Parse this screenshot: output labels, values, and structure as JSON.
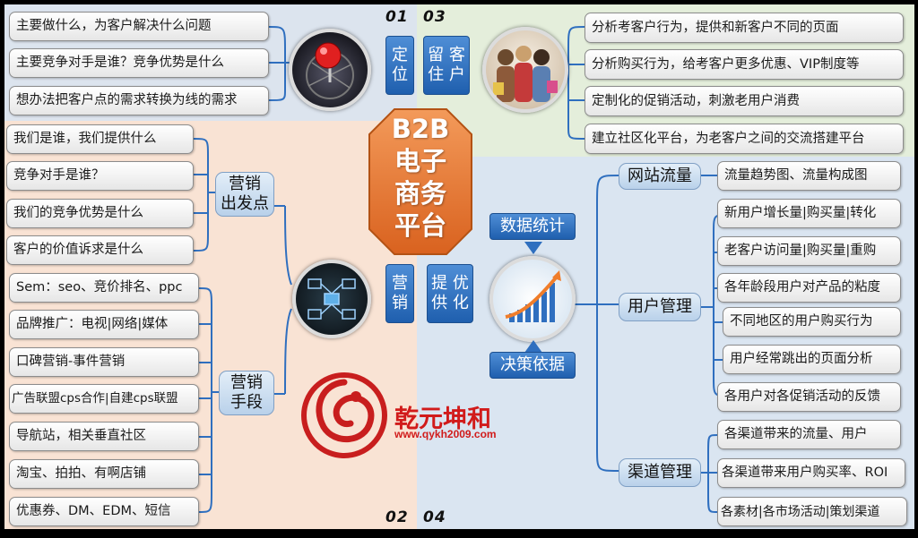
{
  "center": {
    "line1": "B2B",
    "line2": "电子",
    "line3": "商务",
    "line4": "平台"
  },
  "numbers": {
    "n01": "01",
    "n03": "03",
    "n02": "02",
    "n04": "04"
  },
  "q1": {
    "hub": "定\n位",
    "items": [
      "主要做什么，为客户解决什么问题",
      "主要竞争对手是谁？竞争优势是什么",
      "想办法把客户点的需求转换为线的需求"
    ]
  },
  "q3": {
    "hub": "留 客\n住 户",
    "items": [
      "分析考客户行为，提供和新客户不同的页面",
      "分析购买行为，给考客户更多优惠、VIP制度等",
      "定制化的促销活动，刺激老用户消费",
      "建立社区化平台，为老客户之间的交流搭建平台"
    ]
  },
  "q2": {
    "hub": "营\n销",
    "group1": {
      "label": "营销\n出发点",
      "items": [
        "我们是谁，我们提供什么",
        "竞争对手是谁？",
        "我们的竞争优势是什么",
        "客户的价值诉求是什么"
      ]
    },
    "group2": {
      "label": "营销\n手段",
      "items": [
        "Sem：seo、竞价排名、ppc",
        "品牌推广：电视|网络|媒体",
        "口碑营销-事件营销",
        "广告联盟cps合作|自建cps联盟",
        "导航站，相关垂直社区",
        "淘宝、拍拍、有啊店铺",
        "优惠券、DM、EDM、短信"
      ]
    }
  },
  "q4": {
    "hub": "提 优\n供 化",
    "stat_top": "数据统计",
    "stat_bottom": "决策依据",
    "traffic": {
      "label": "网站流量",
      "items": [
        "流量趋势图、流量构成图"
      ]
    },
    "users": {
      "label": "用户管理",
      "items": [
        "新用户增长量|购买量|转化",
        "老客户访问量|购买量|重购",
        "各年龄段用户对产品的粘度",
        "不同地区的用户购买行为",
        "用户经常跳出的页面分析",
        "各用户对各促销活动的反馈"
      ]
    },
    "channels": {
      "label": "渠道管理",
      "items": [
        "各渠道带来的流量、用户",
        "各渠道带来用户购买率、ROI",
        "各素材|各市场活动|策划渠道"
      ]
    }
  },
  "logo": {
    "name": "乾元坤和",
    "url": "www.qykh2009.com"
  },
  "colors": {
    "q1": "#dde6f0",
    "q2": "#fae3d5",
    "q3": "#e6f0dc",
    "q4": "#dbe6f1",
    "center": "#ec7a36",
    "blue": "#2f6fbf"
  }
}
